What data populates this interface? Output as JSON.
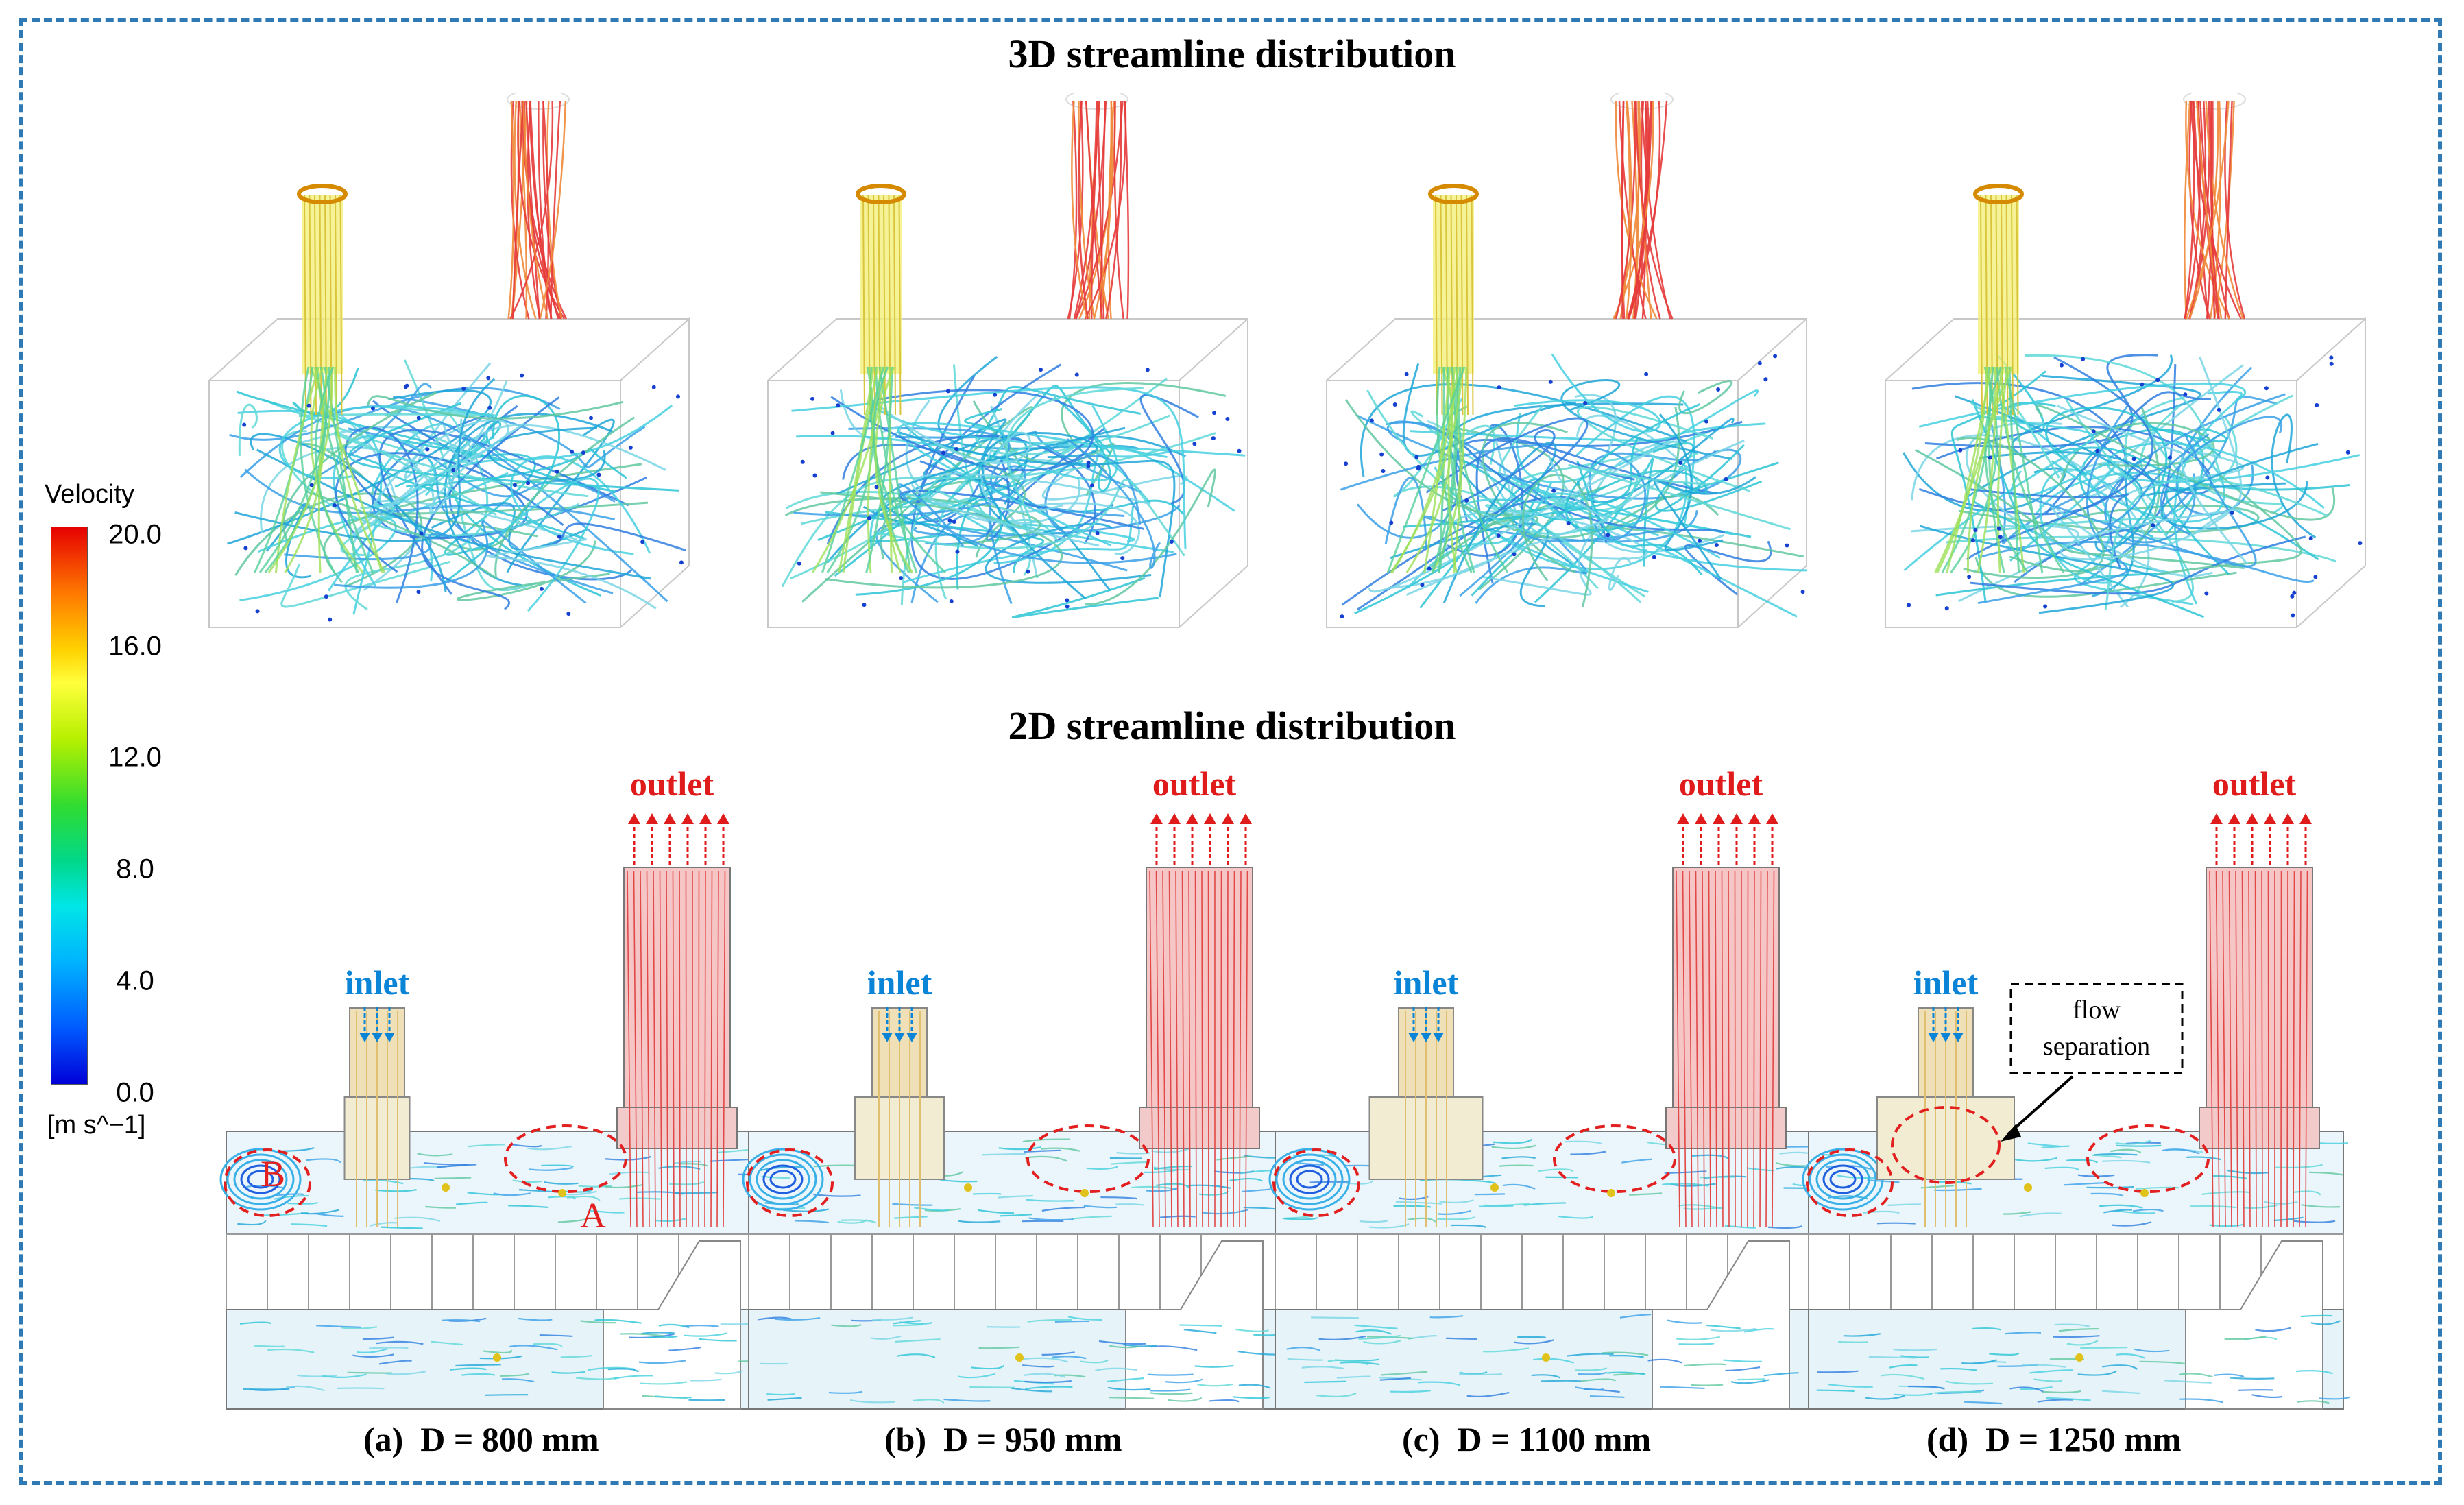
{
  "titles": {
    "top": "3D streamline distribution",
    "bottom": "2D streamline distribution"
  },
  "colorbar": {
    "title": "Velocity",
    "unit": "[m s^−1]",
    "ticks": [
      "20.0",
      "16.0",
      "12.0",
      "8.0",
      "4.0",
      "0.0"
    ]
  },
  "labels": {
    "inlet": "inlet",
    "outlet": "outlet",
    "marker_a": "A",
    "marker_b": "B",
    "flow_separation_line1": "flow",
    "flow_separation_line2": "separation"
  },
  "panels": [
    {
      "caption": "(a)  D = 800 mm"
    },
    {
      "caption": "(b)  D = 950 mm"
    },
    {
      "caption": "(c)  D = 1100 mm"
    },
    {
      "caption": "(d)  D = 1250 mm"
    }
  ],
  "colors": {
    "frame": "#2f79b5",
    "inlet": "#0a84d6",
    "outlet": "#e01b1b",
    "marker": "#e32020",
    "low_velocity": "#0000d8",
    "high_velocity": "#e60000"
  }
}
